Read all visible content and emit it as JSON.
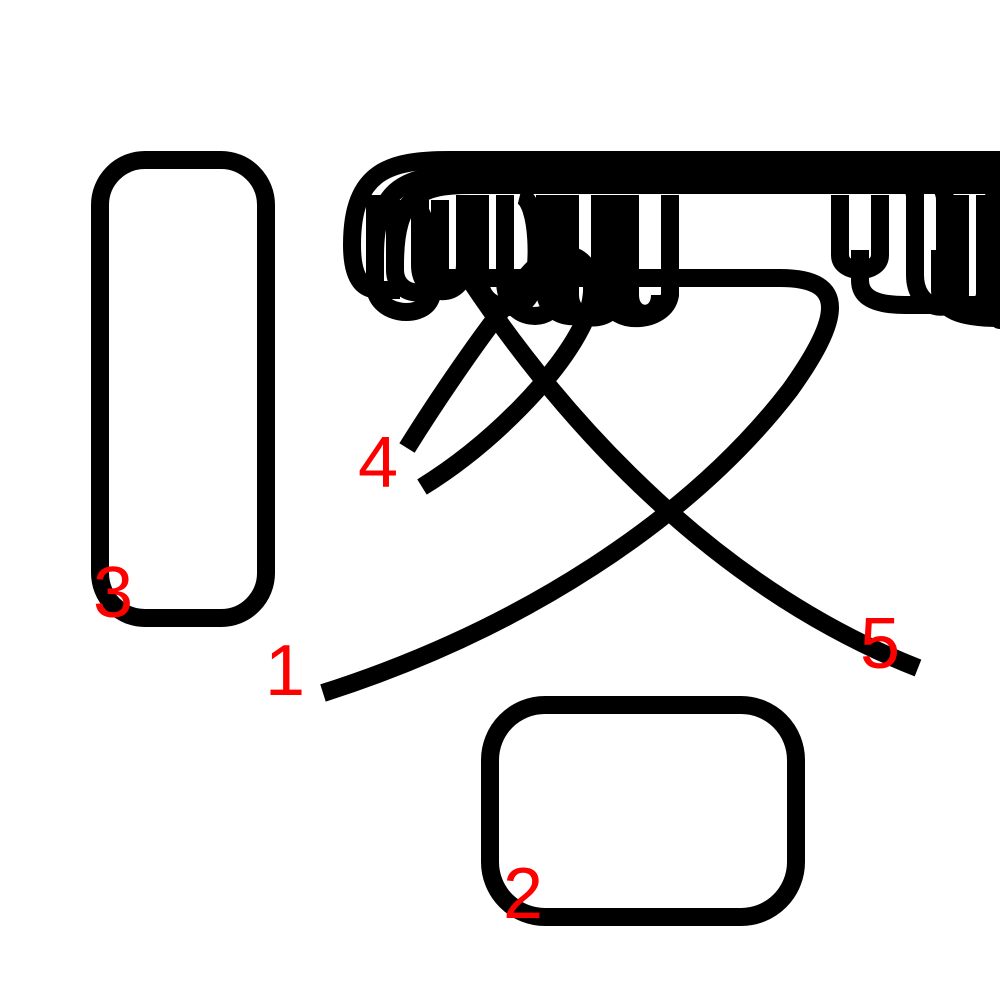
{
  "diagram": {
    "stroke_color": "#000000",
    "label_color": "#ff0000",
    "stroke_labels": [
      "1",
      "2",
      "3",
      "4",
      "5"
    ]
  }
}
